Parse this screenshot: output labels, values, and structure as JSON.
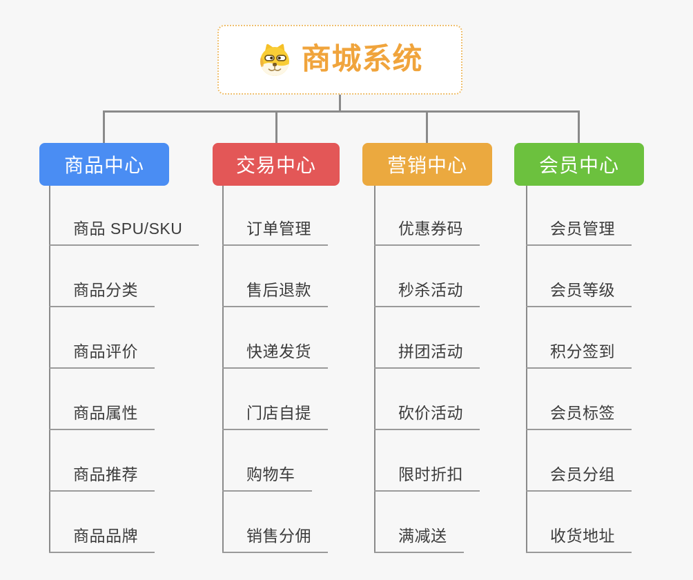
{
  "colors": {
    "canvas_bg": "#F7F7F7",
    "connector": "#8A8A8A",
    "leaf_line": "#9A9A9A",
    "leaf_text": "#3C3C3C",
    "root_text": "#F0A43C",
    "root_border": "#EFBF6D"
  },
  "root": {
    "title": "商城系统",
    "icon": "doge-icon"
  },
  "branches": [
    {
      "label": "商品中心",
      "color": "#4A8DF3",
      "items": [
        "商品 SPU/SKU",
        "商品分类",
        "商品评价",
        "商品属性",
        "商品推荐",
        "商品品牌"
      ]
    },
    {
      "label": "交易中心",
      "color": "#E35757",
      "items": [
        "订单管理",
        "售后退款",
        "快递发货",
        "门店自提",
        "购物车",
        "销售分佣"
      ]
    },
    {
      "label": "营销中心",
      "color": "#EBA93F",
      "items": [
        "优惠券码",
        "秒杀活动",
        "拼团活动",
        "砍价活动",
        "限时折扣",
        "满减送"
      ]
    },
    {
      "label": "会员中心",
      "color": "#6CC13E",
      "items": [
        "会员管理",
        "会员等级",
        "积分签到",
        "会员标签",
        "会员分组",
        "收货地址"
      ]
    }
  ]
}
